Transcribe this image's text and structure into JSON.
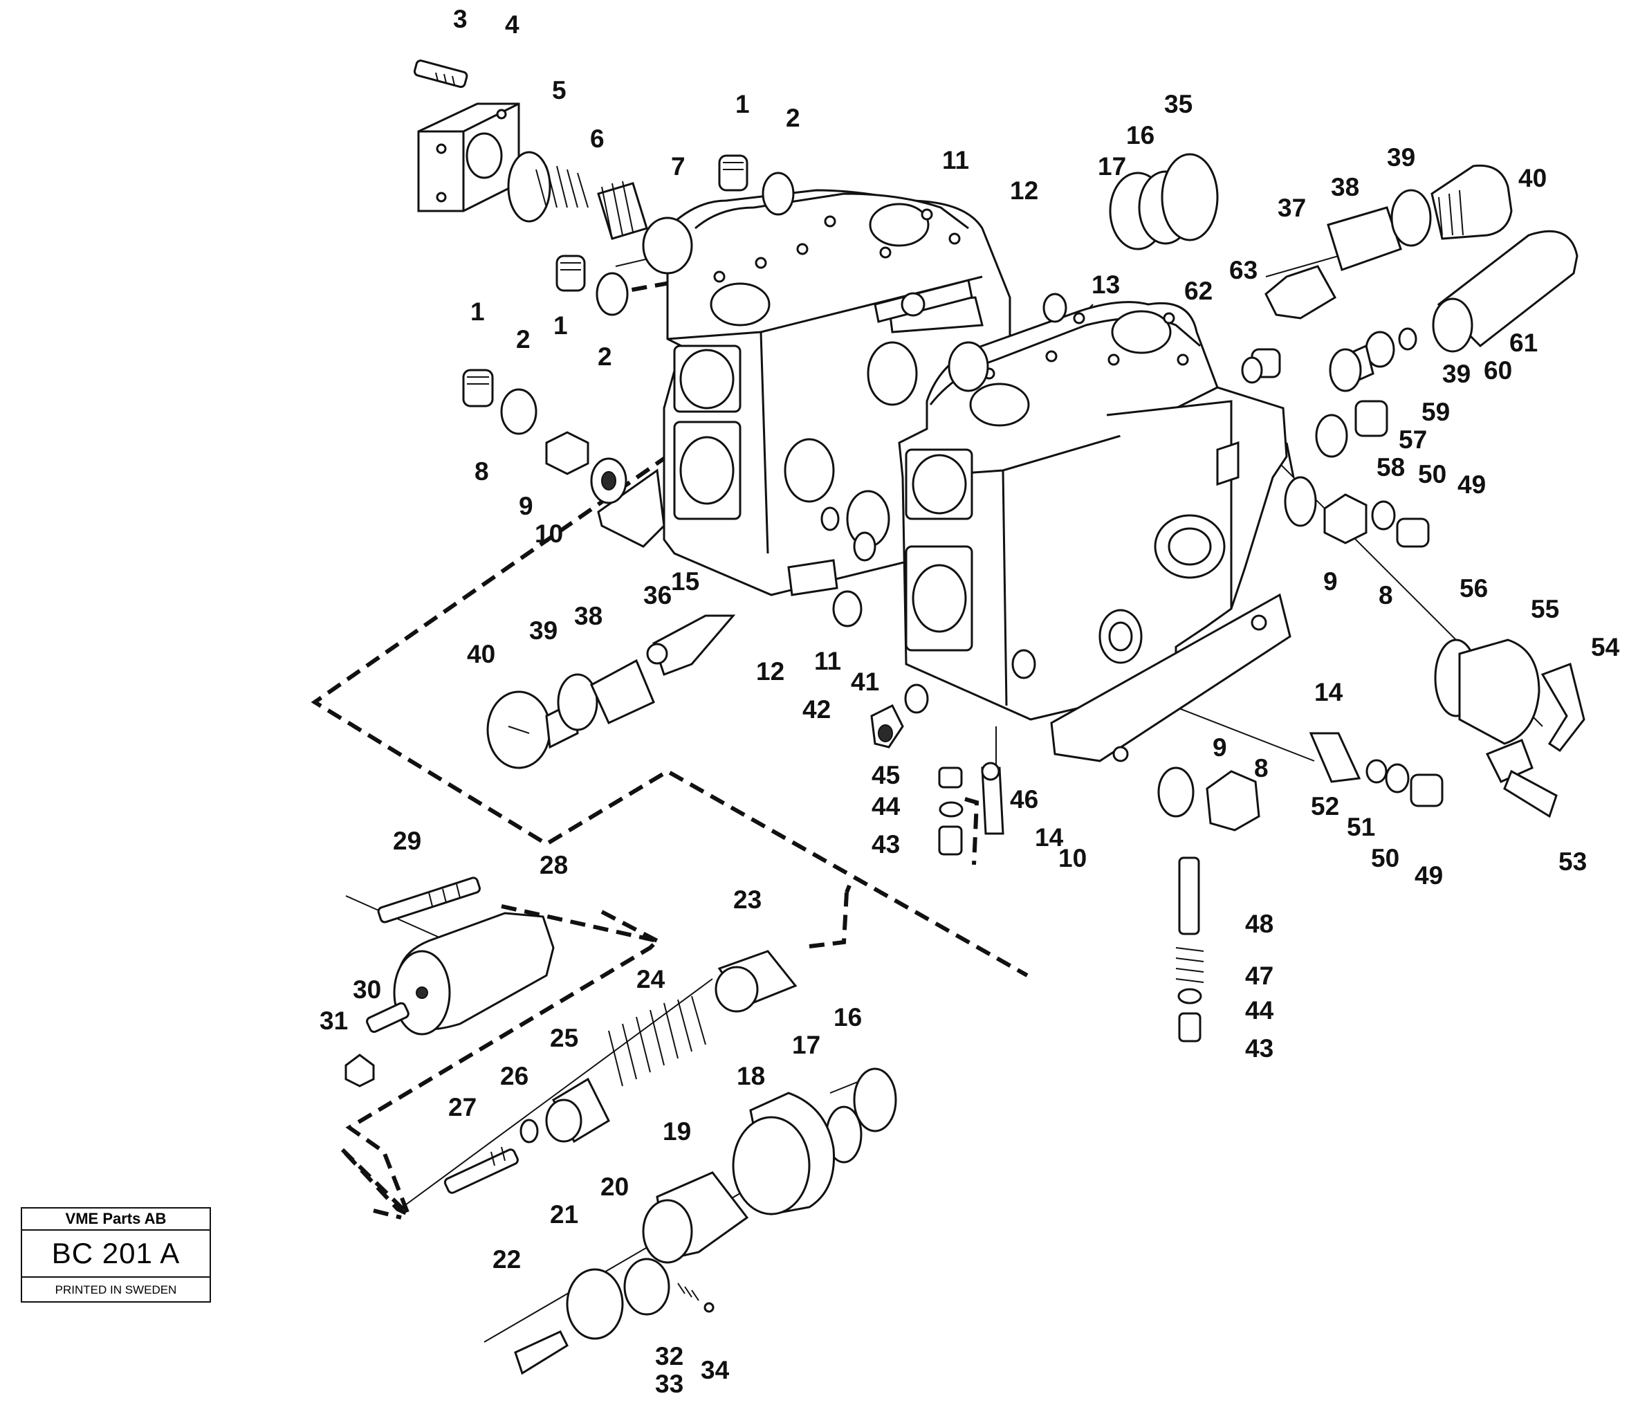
{
  "stamp": {
    "company": "VME Parts AB",
    "code": "BC 201 A",
    "printed": "PRINTED IN SWEDEN"
  },
  "callouts": {
    "c3": "3",
    "c4": "4",
    "c5": "5",
    "c6": "6",
    "c7": "7",
    "c1a": "1",
    "c2a": "2",
    "c1b": "1",
    "c2b": "2",
    "c1c": "1",
    "c2c": "2",
    "c11a": "11",
    "c12a": "12",
    "c17a": "17",
    "c16a": "16",
    "c35": "35",
    "c13": "13",
    "c37": "37",
    "c38a": "38",
    "c39a": "39",
    "c40a": "40",
    "c62": "62",
    "c63": "63",
    "c61": "61",
    "c39b": "39",
    "c60": "60",
    "c59": "59",
    "c57": "57",
    "c58": "58",
    "c50a": "50",
    "c49a": "49",
    "c9a": "9",
    "c8a": "8",
    "c8b": "8",
    "c9b": "9",
    "c10a": "10",
    "c15": "15",
    "c36": "36",
    "c38b": "38",
    "c39c": "39",
    "c40b": "40",
    "c12b": "12",
    "c11b": "11",
    "c56": "56",
    "c55": "55",
    "c54": "54",
    "c14a": "14",
    "c41": "41",
    "c42": "42",
    "c45": "45",
    "c44a": "44",
    "c46": "46",
    "c43a": "43",
    "c9c": "9",
    "c8c": "8",
    "c14b": "14",
    "c10b": "10",
    "c52": "52",
    "c51": "51",
    "c50b": "50",
    "c49b": "49",
    "c53": "53",
    "c48": "48",
    "c47": "47",
    "c44b": "44",
    "c43b": "43",
    "c29": "29",
    "c28": "28",
    "c23": "23",
    "c24": "24",
    "c30": "30",
    "c31": "31",
    "c25": "25",
    "c26": "26",
    "c27": "27",
    "c18": "18",
    "c17b": "17",
    "c16b": "16",
    "c19": "19",
    "c20": "20",
    "c21": "21",
    "c22": "22",
    "c32": "32",
    "c33": "33",
    "c34": "34"
  }
}
